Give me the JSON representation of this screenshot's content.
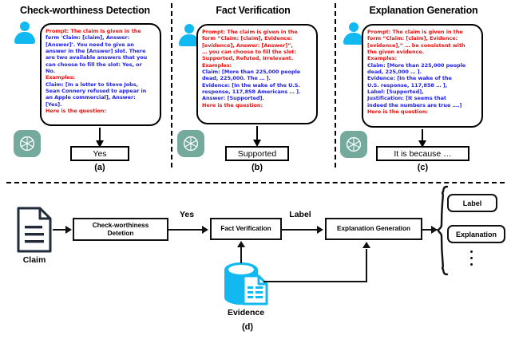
{
  "figure": {
    "caption_d": "(d)"
  },
  "panels": [
    {
      "id": "a",
      "title": "Check-worthiness Detection",
      "sublabel": "(a)",
      "output": "Yes",
      "lines": [
        {
          "color": "red",
          "text": "Prompt: The claim is given in the"
        },
        {
          "color": "blue",
          "text": "form 'Claim: [claim], Answer:"
        },
        {
          "color": "blue",
          "text": "[Answer]'. You need to give an"
        },
        {
          "color": "blue",
          "text": "answer in the [Answer] slot. There"
        },
        {
          "color": "blue",
          "text": "are two available answers that you"
        },
        {
          "color": "blue",
          "text": "can choose to fill the slot: Yes, or"
        },
        {
          "color": "blue",
          "text": "No."
        },
        {
          "color": "red",
          "text": "Examples:"
        },
        {
          "color": "blue",
          "text": "Claim: [In a letter to Steve Jobs,"
        },
        {
          "color": "blue",
          "text": "Sean Connery refused to appear in"
        },
        {
          "color": "blue",
          "text": "an Apple commercial], Answer:"
        },
        {
          "color": "blue",
          "text": "[Yes]."
        },
        {
          "color": "red",
          "text": "Here is the question:"
        }
      ]
    },
    {
      "id": "b",
      "title": "Fact Verification",
      "sublabel": "(b)",
      "output": "Supported",
      "lines": [
        {
          "color": "red",
          "text": "Prompt: The claim is given in the"
        },
        {
          "color": "red",
          "text": "form “Claim: [claim], Evidence:"
        },
        {
          "color": "red",
          "text": "[evidence], Answer: [Answer]”,"
        },
        {
          "color": "red",
          "text": "… you can choose to fill the slot:"
        },
        {
          "color": "red",
          "text": "Supported, Refuted, Irrelevant."
        },
        {
          "color": "red",
          "text": "Examples:"
        },
        {
          "color": "blue",
          "text": "Claim: [More than 225,000 people"
        },
        {
          "color": "blue",
          "text": "dead, 225,000. The … ]."
        },
        {
          "color": "blue",
          "text": "Evidence: [In the wake of the U.S."
        },
        {
          "color": "blue",
          "text": "response, 117,858 Americans … ]."
        },
        {
          "color": "blue",
          "text": "Answer: [Supported]."
        },
        {
          "color": "red",
          "text": "Here is the question:"
        }
      ]
    },
    {
      "id": "c",
      "title": "Explanation Generation",
      "sublabel": "(c)",
      "output": "It is because …",
      "lines": [
        {
          "color": "red",
          "text": "Prompt: The claim is given in the"
        },
        {
          "color": "red",
          "text": "form “Claim: [claim], Evidence:"
        },
        {
          "color": "red",
          "text": "[evidence],” … be consistent with"
        },
        {
          "color": "red",
          "text": "the given evidence."
        },
        {
          "color": "red",
          "text": "Examples:"
        },
        {
          "color": "blue",
          "text": "Claim: [More than 225,000 people"
        },
        {
          "color": "blue",
          "text": "dead, 225,000 … ]."
        },
        {
          "color": "blue",
          "text": "Evidence: [In the wake of the"
        },
        {
          "color": "blue",
          "text": "U.S. response, 117,858 … ],"
        },
        {
          "color": "blue",
          "text": "Label: [Supported],"
        },
        {
          "color": "blue",
          "text": "Justification: [It seems that"
        },
        {
          "color": "blue",
          "text": "indeed the numbers are true ….]"
        },
        {
          "color": "red",
          "text": "Here is the question:"
        }
      ]
    }
  ],
  "pipeline": {
    "input_label": "Claim",
    "stage1": "Check-worthiness\nDetetion",
    "stage1_line1": "Check-worthiness",
    "stage1_line2": "Detetion",
    "stage2": "Fact Verification",
    "stage3": "Explanation Generation",
    "edge1_label": "Yes",
    "edge2_label": "Label",
    "datastore_label": "Evidence",
    "outputs": [
      "Label",
      "Explanation"
    ]
  },
  "colors": {
    "prompt_red": "#ee1111",
    "example_blue": "#2020ee",
    "person_cyan": "#12b8f0",
    "gpt_green": "#74aa9c",
    "stroke": "#111111"
  },
  "icons": {
    "person": "person-icon",
    "chatgpt": "chatgpt-logo-icon",
    "document": "document-icon",
    "database": "database-icon"
  }
}
